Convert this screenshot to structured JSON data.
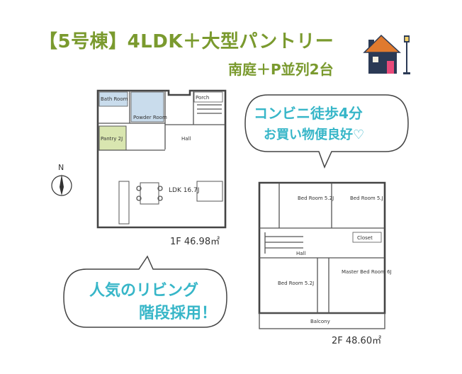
{
  "header": {
    "title": "【5号棟】4LDK＋大型パントリー",
    "subtitle": "南庭＋P並列2台"
  },
  "bubbles": {
    "top_line1": "コンビニ徒歩4分",
    "top_line2": "お買い物便良好♡",
    "bottom_line1": "人気のリビング",
    "bottom_line2": "階段採用！"
  },
  "floor1": {
    "area": "1F 46.98㎡",
    "rooms": {
      "bath": "Bath Room",
      "powder": "Powder Room",
      "porch": "Porch",
      "pantry": "Pantry 2J",
      "hall": "Hall",
      "ldk": "LDK 16.7J"
    }
  },
  "floor2": {
    "area": "2F 48.60㎡",
    "rooms": {
      "bed1": "Bed Room 5.2J",
      "bed2": "Bed Room 5.J",
      "bed3": "Bed Room 5.2J",
      "master": "Master Bed Room 6J",
      "closet": "Closet",
      "hall": "Hall",
      "balcony": "Balcony"
    }
  },
  "compass": {
    "label": "N"
  },
  "colors": {
    "title_green": "#7a9a2e",
    "bubble_teal": "#37b6c8",
    "house_navy": "#2b3a55",
    "house_roof": "#e07a2e"
  }
}
